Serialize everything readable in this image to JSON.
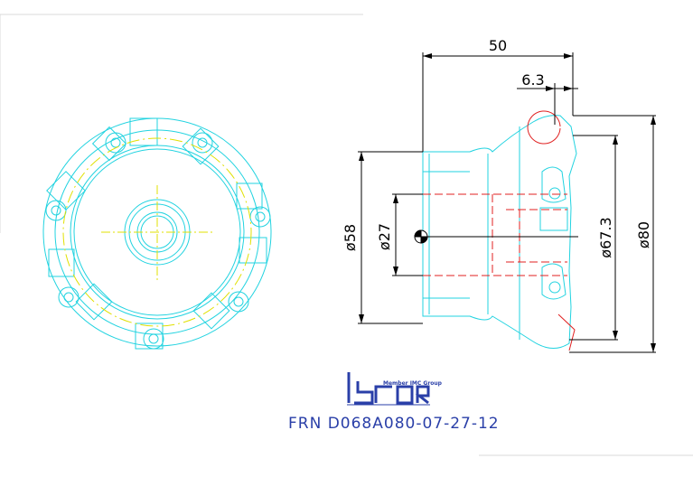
{
  "drawing": {
    "dimensions": {
      "length": "50",
      "insert_offset": "6.3",
      "bore_dia": "ø27",
      "shank_dia": "ø58",
      "effective_dia": "ø67.3",
      "cutting_dia": "ø80"
    },
    "logo": {
      "tagline": "Member IMC Group",
      "wordmark": "ISCAR"
    },
    "part_number": "FRN D068A080-07-27-12"
  },
  "colors": {
    "outline": "#22d3e0",
    "dimension": "#000000",
    "center_line": "#e0e000",
    "section": "#e02020",
    "title_text": "#2a3fa8",
    "frame": "#d8d8d8"
  }
}
